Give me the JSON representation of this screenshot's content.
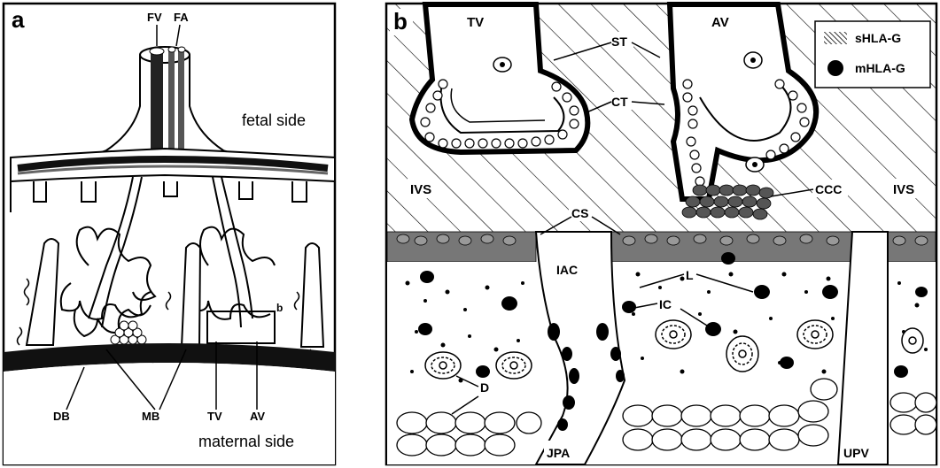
{
  "panel_a": {
    "letter": "a",
    "labels": {
      "fv": "FV",
      "fa": "FA",
      "db": "DB",
      "mb": "MB",
      "tv": "TV",
      "av": "AV",
      "b_marker": "b"
    },
    "fetal_side": "fetal side",
    "maternal_side": "maternal side"
  },
  "panel_b": {
    "letter": "b",
    "labels": {
      "tv": "TV",
      "av": "AV",
      "st": "ST",
      "ct": "CT",
      "ivs_left": "IVS",
      "ivs_right": "IVS",
      "ccc": "CCC",
      "cs": "CS",
      "iac": "IAC",
      "l": "L",
      "ic": "IC",
      "d": "D",
      "jpa": "JPA",
      "upv": "UPV"
    },
    "legend": {
      "shla": "sHLA-G",
      "mhla": "mHLA-G"
    }
  }
}
